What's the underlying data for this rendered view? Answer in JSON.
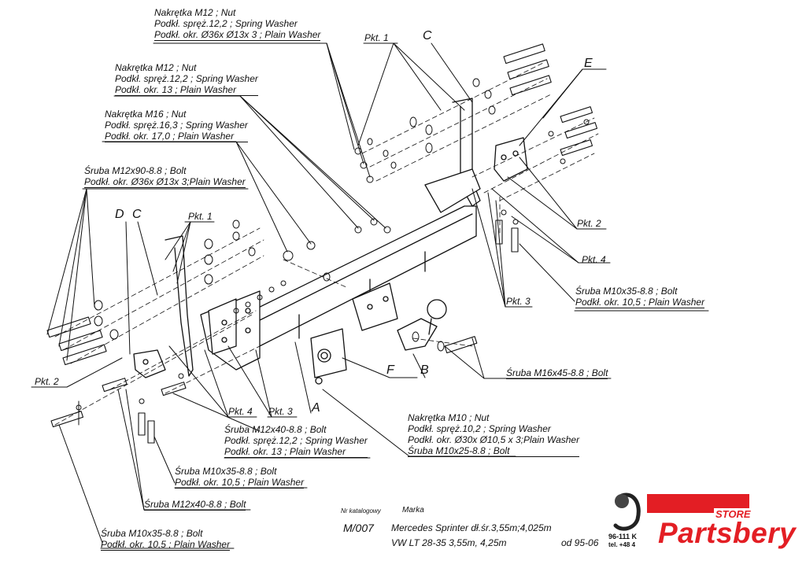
{
  "labels": {
    "nut_m12_a": [
      "Nakrętka  M12 ; Nut",
      "Podkł. spręż.12,2 ; Spring Washer",
      "Podkł. okr.  Ø36x Ø13x 3 ; Plain Washer"
    ],
    "nut_m12_b": [
      "Nakrętka  M12 ; Nut",
      "Podkł. spręż.12,2 ; Spring Washer",
      "Podkł. okr. 13 ; Plain Washer"
    ],
    "nut_m16": [
      "Nakrętka  M16 ; Nut",
      "Podkł. spręż.16,3 ; Spring Washer",
      "Podkł. okr. 17,0 ; Plain Washer"
    ],
    "bolt_m12x90": [
      "Śruba M12x90-8.8 ;  Bolt",
      "Podkł. okr. Ø36x Ø13x 3;Plain Washer"
    ],
    "bolt_m10x35_right": [
      "Śruba M10x35-8.8 ;  Bolt",
      "Podkł. okr. 10,5 ; Plain Washer"
    ],
    "bolt_m16x45": "Śruba M16x45-8.8 ;  Bolt",
    "nut_m10": [
      "Nakrętka  M10 ; Nut",
      "Podkł. spręż.10,2 ; Spring Washer",
      "Podkł. okr. Ø30x Ø10,5 x 3;Plain Washer",
      "Śruba M10x25-8.8 ;  Bolt"
    ],
    "bolt_m12x40_center": [
      "Śruba M12x40-8.8 ;  Bolt",
      "Podkł. spręż.12,2 ; Spring Washer",
      "Podkł. okr. 13 ; Plain Washer"
    ],
    "bolt_m10x35_mid": [
      "Śruba M10x35-8.8 ;  Bolt",
      "Podkł. okr. 10,5 ; Plain Washer"
    ],
    "bolt_m12x40_left": "Śruba M12x40-8.8 ;  Bolt",
    "bolt_m10x35_left": [
      "Śruba M10x35-8.8 ;  Bolt",
      "Podkł. okr. 10,5 ; Plain Washer"
    ],
    "pkt1_top": "Pkt. 1",
    "pkt1_left": "Pkt. 1",
    "pkt2_left": "Pkt. 2",
    "pkt2_right": "Pkt. 2",
    "pkt3_right": "Pkt. 3",
    "pkt3_center": "Pkt. 3",
    "pkt4_right": "Pkt. 4",
    "pkt4_center": "Pkt. 4",
    "letter_A": "A",
    "letter_B": "B",
    "letter_C_top": "C",
    "letter_C_left": "C",
    "letter_D": "D",
    "letter_E": "E",
    "letter_F": "F"
  },
  "catalog": {
    "nr_label": "Nr katalogowy",
    "marka_label": "Marka",
    "number": "M/007",
    "line1": "Mercedes Sprinter dł.śr.3,55m;4,025m",
    "line2": "VW LT 28-35 3,55m, 4,25m",
    "since": "od 95-06"
  },
  "logo": {
    "store": "STORE",
    "brand": "Partsbery",
    "phone_a": "96-111 K",
    "phone_b": "tel. +48 4",
    "brand_color": "#e31e24"
  }
}
